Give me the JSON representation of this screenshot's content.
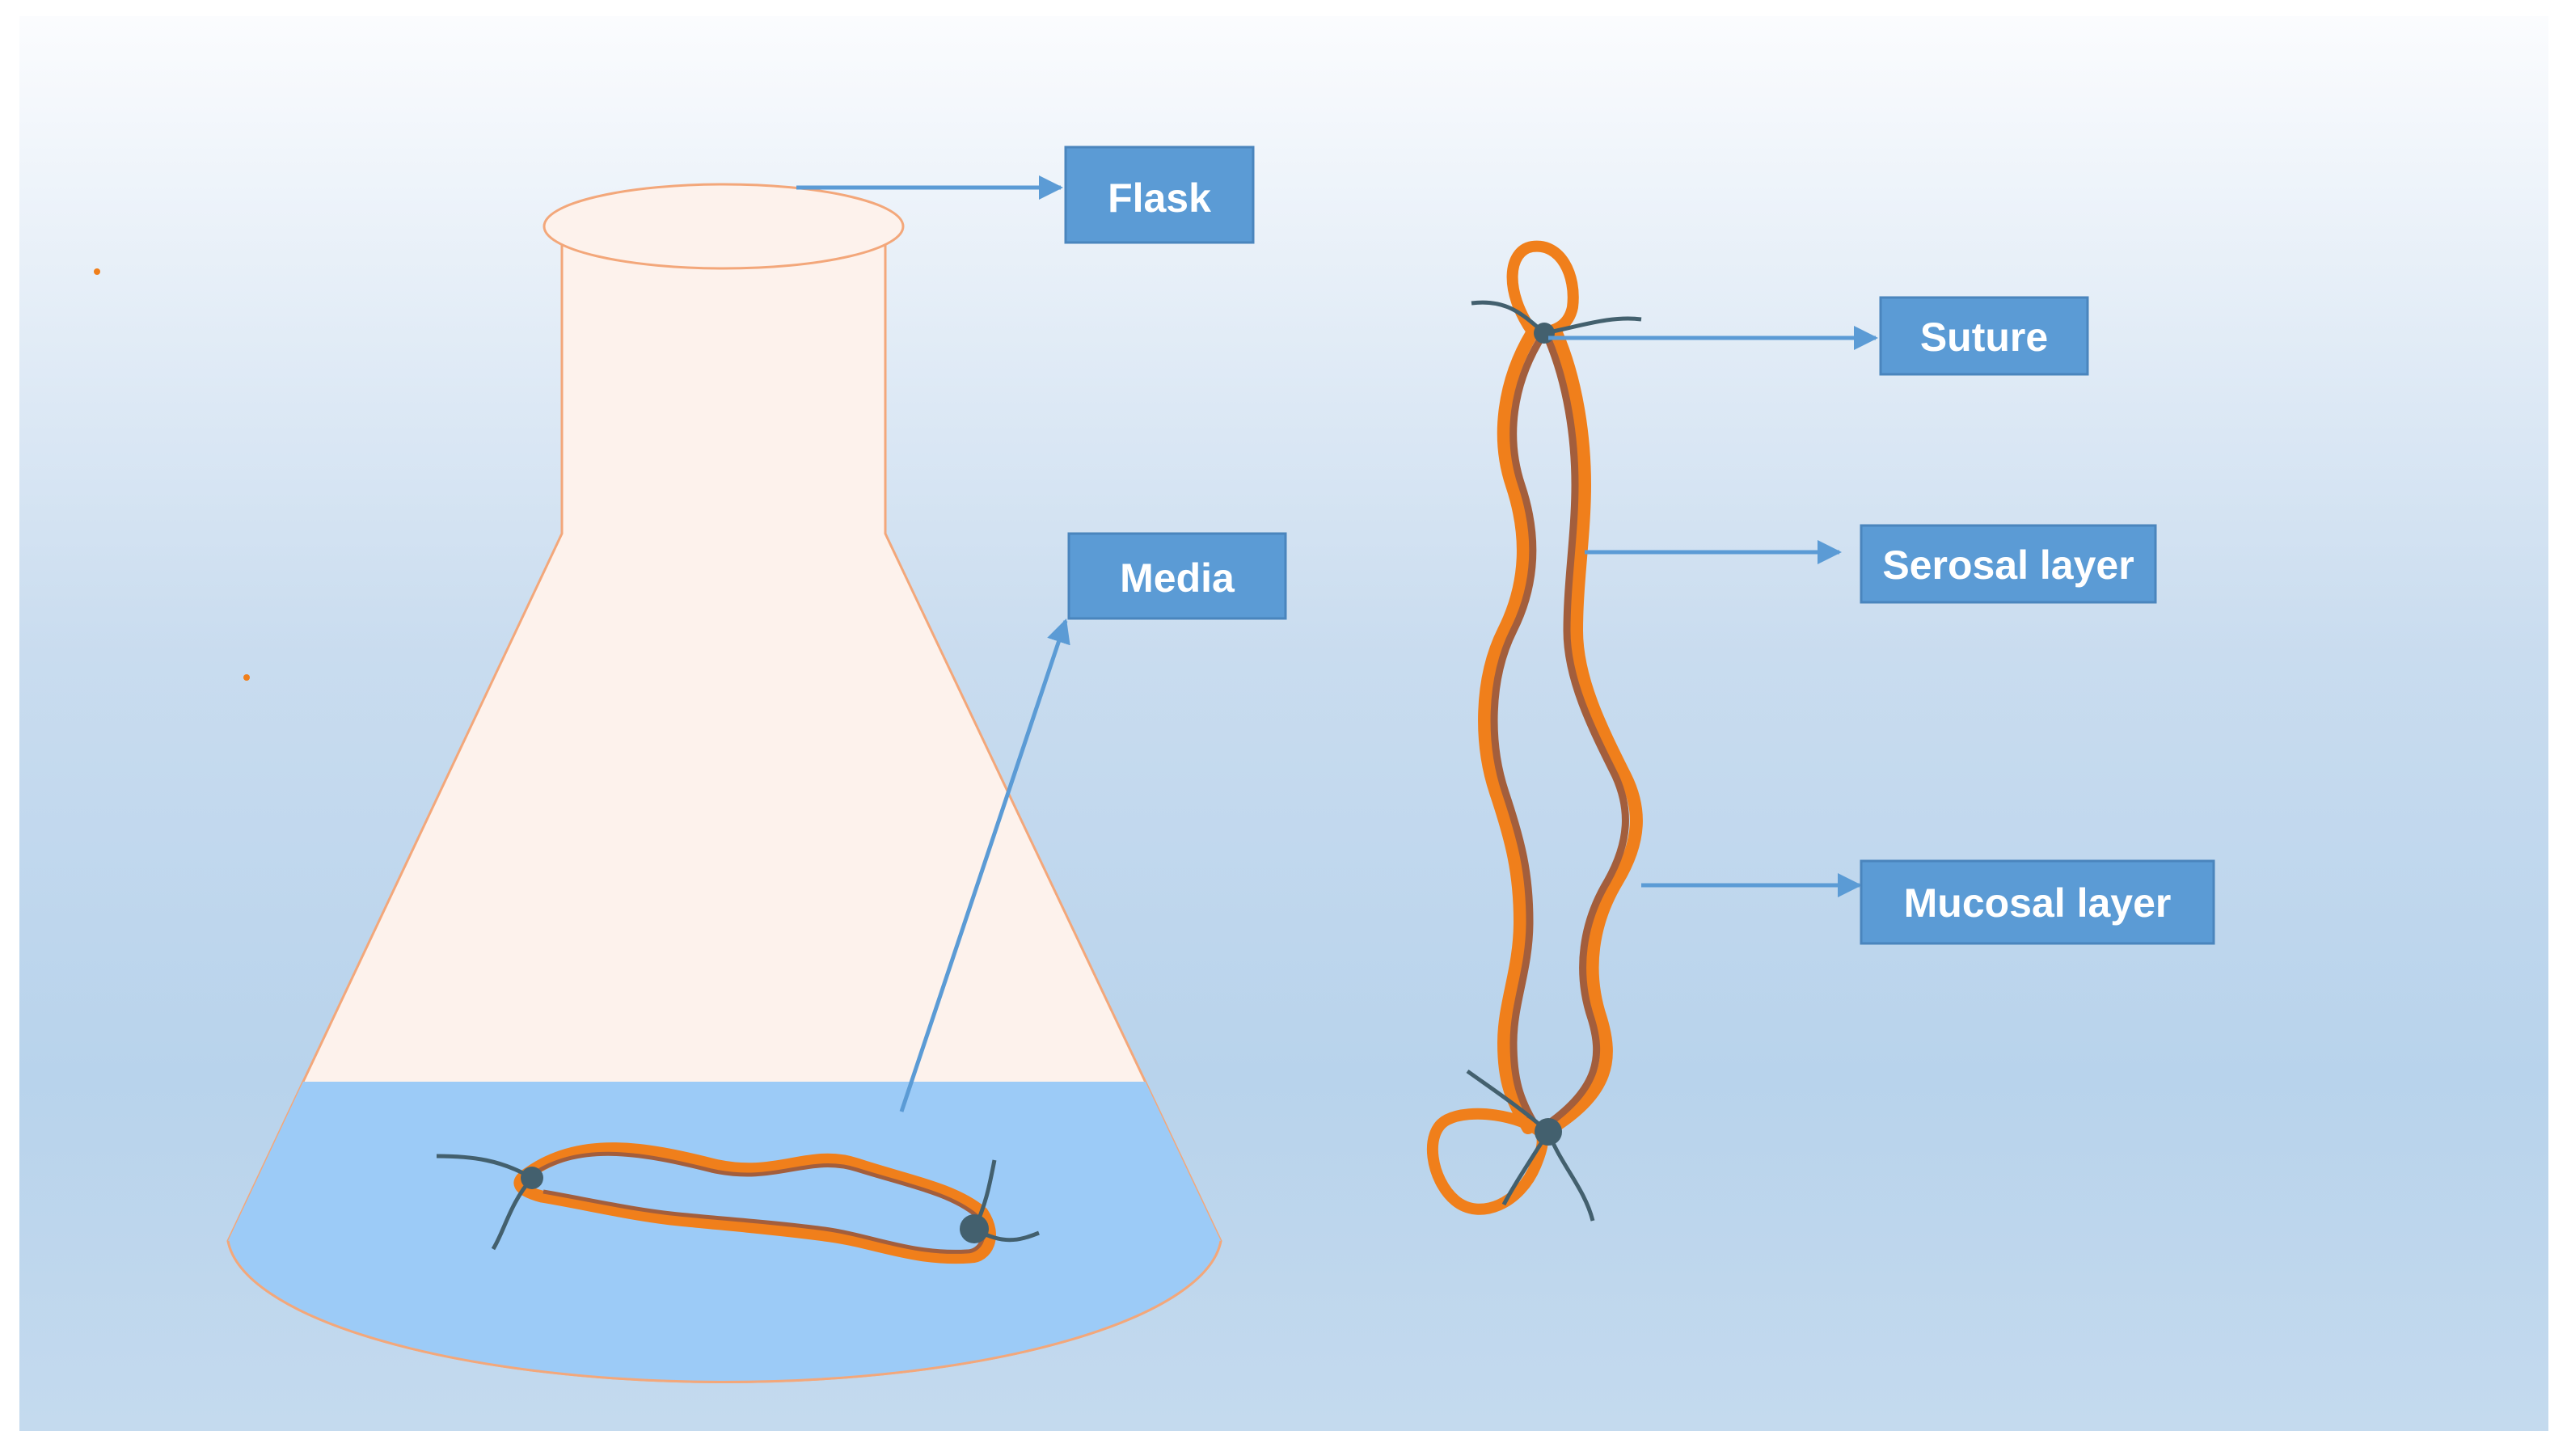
{
  "diagram": {
    "labels": {
      "flask": "Flask",
      "media": "Media",
      "suture": "Suture",
      "serosal": "Serosal layer",
      "mucosal": "Mucosal layer"
    },
    "colors": {
      "background_top": "#fbfcfe",
      "background_mid": "#c9dcef",
      "background_bottom": "#b8d3ec",
      "flask_fill": "#fdf2ec",
      "flask_stroke": "#f3a77a",
      "media_fill": "#9ccbf7",
      "label_box": "#5b9bd5",
      "label_box_border": "#4a85bd",
      "arrow": "#5b9bd5",
      "serosal": "#f07f1b",
      "mucosal": "#a35e3c",
      "suture": "#43606e"
    }
  }
}
